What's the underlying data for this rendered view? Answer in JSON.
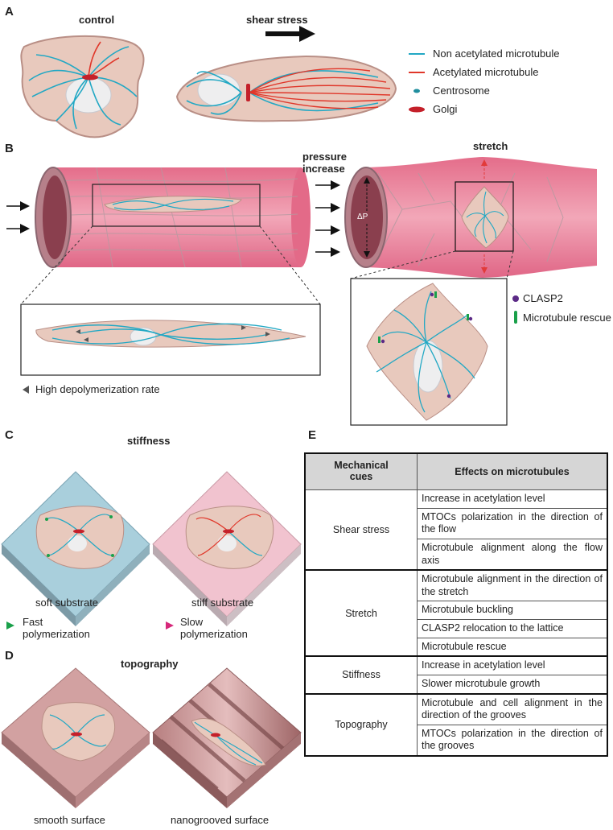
{
  "panels": {
    "a": {
      "letter": "A",
      "control": "control",
      "shear": "shear stress"
    },
    "b": {
      "letter": "B",
      "pressure": "pressure\nincrease",
      "stretch": "stretch",
      "dp": "ΔP",
      "depoly": "High depolymerization rate"
    },
    "c": {
      "letter": "C",
      "title": "stiffness",
      "soft": "soft substrate",
      "stiff": "stiff substrate",
      "fast": "Fast\npolymerization",
      "slow": "Slow\npolymerization"
    },
    "d": {
      "letter": "D",
      "title": "topography",
      "smooth": "smooth surface",
      "nano": "nanogrooved surface"
    },
    "e": {
      "letter": "E"
    }
  },
  "legend_a": [
    {
      "label": "Non acetylated microtubule",
      "color": "#22a8c4"
    },
    {
      "label": "Acetylated microtubule",
      "color": "#e0372a"
    },
    {
      "label": "Centrosome",
      "color": "#1f8e9e"
    },
    {
      "label": "Golgi",
      "color": "#c4202a"
    }
  ],
  "legend_b": [
    {
      "label": "CLASP2",
      "color": "#5b2a86"
    },
    {
      "label": "Microtubule rescue",
      "color": "#1aa04a"
    }
  ],
  "table": {
    "header": {
      "cue": "Mechanical\ncues",
      "effect": "Effects on microtubules"
    },
    "rows": [
      {
        "cue": "Shear stress",
        "effects": [
          "Increase in acetylation level",
          "MTOCs polarization in the direction of the flow",
          "Microtubule alignment along the flow axis"
        ]
      },
      {
        "cue": "Stretch",
        "effects": [
          "Microtubule alignment in the direction of the stretch",
          "Microtubule buckling",
          "CLASP2 relocation to the lattice",
          "Microtubule rescue"
        ]
      },
      {
        "cue": "Stiffness",
        "effects": [
          "Increase in acetylation level",
          "Slower microtubule growth"
        ]
      },
      {
        "cue": "Topography",
        "effects": [
          "Microtubule and cell alignment in the direction of the grooves",
          "MTOCs polarization in the direction of the grooves"
        ]
      }
    ]
  },
  "colors": {
    "cell": "#e8c9bd",
    "cell_edge": "#b98f86",
    "vessel": "#e5809a",
    "soft": "#a9cfdc",
    "stiff": "#f1c3cf",
    "topo": "#d2a1a1",
    "nucleus": "#e8e8ec"
  }
}
